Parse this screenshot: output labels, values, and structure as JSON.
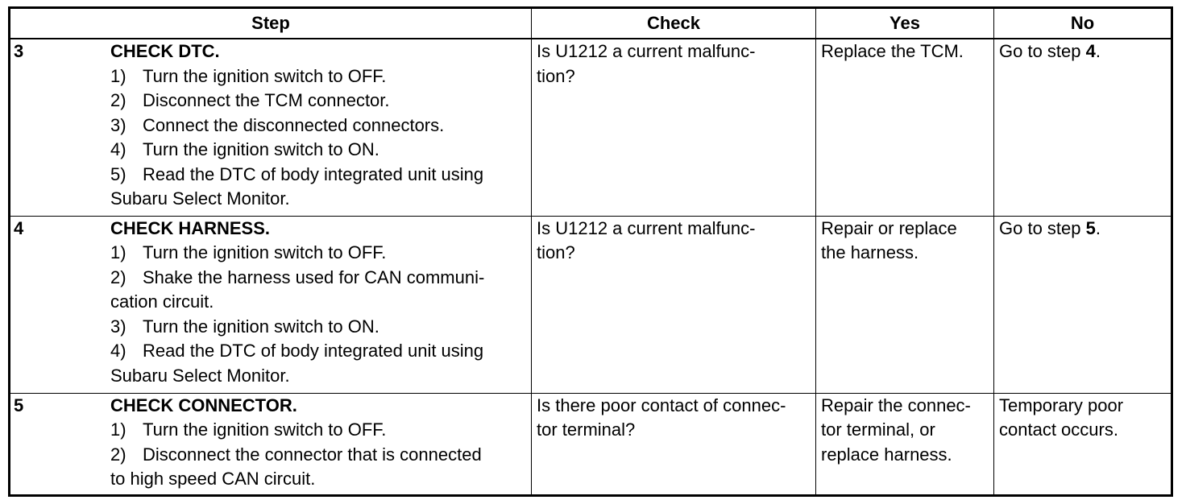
{
  "headers": {
    "step": "Step",
    "check": "Check",
    "yes": "Yes",
    "no": "No"
  },
  "rows": [
    {
      "num": "3",
      "title": "CHECK DTC.",
      "lines": [
        {
          "n": "1)",
          "text": "Turn the ignition switch to OFF."
        },
        {
          "n": "2)",
          "text": "Disconnect the TCM connector."
        },
        {
          "n": "3)",
          "text": "Connect the disconnected connectors."
        },
        {
          "n": "4)",
          "text": "Turn the ignition switch to ON."
        },
        {
          "n": "5)",
          "text": "Read the DTC of body integrated unit using"
        },
        {
          "n": "",
          "text": "Subaru Select Monitor."
        }
      ],
      "check": "Is U1212 a current malfunc-\ntion?",
      "yes": "Replace the TCM.",
      "no_prefix": "Go to step ",
      "no_ref": "4",
      "no_suffix": "."
    },
    {
      "num": "4",
      "title": "CHECK HARNESS.",
      "lines": [
        {
          "n": "1)",
          "text": "Turn the ignition switch to OFF."
        },
        {
          "n": "2)",
          "text": "Shake the harness used for CAN communi-"
        },
        {
          "n": "",
          "text": "cation circuit."
        },
        {
          "n": "3)",
          "text": "Turn the ignition switch to ON."
        },
        {
          "n": "4)",
          "text": "Read the DTC of body integrated unit using"
        },
        {
          "n": "",
          "text": "Subaru Select Monitor."
        }
      ],
      "check": "Is U1212 a current malfunc-\ntion?",
      "yes": "Repair or replace\nthe harness.",
      "no_prefix": "Go to step ",
      "no_ref": "5",
      "no_suffix": "."
    },
    {
      "num": "5",
      "title": "CHECK CONNECTOR.",
      "lines": [
        {
          "n": "1)",
          "text": "Turn the ignition switch to OFF."
        },
        {
          "n": "2)",
          "text": "Disconnect the connector that is connected"
        },
        {
          "n": "",
          "text": "to high speed CAN circuit."
        }
      ],
      "check": "Is there poor contact of connec-\ntor terminal?",
      "yes": "Repair the connec-\ntor terminal, or\nreplace harness.",
      "no_prefix": "Temporary poor\ncontact occurs.",
      "no_ref": "",
      "no_suffix": ""
    }
  ]
}
